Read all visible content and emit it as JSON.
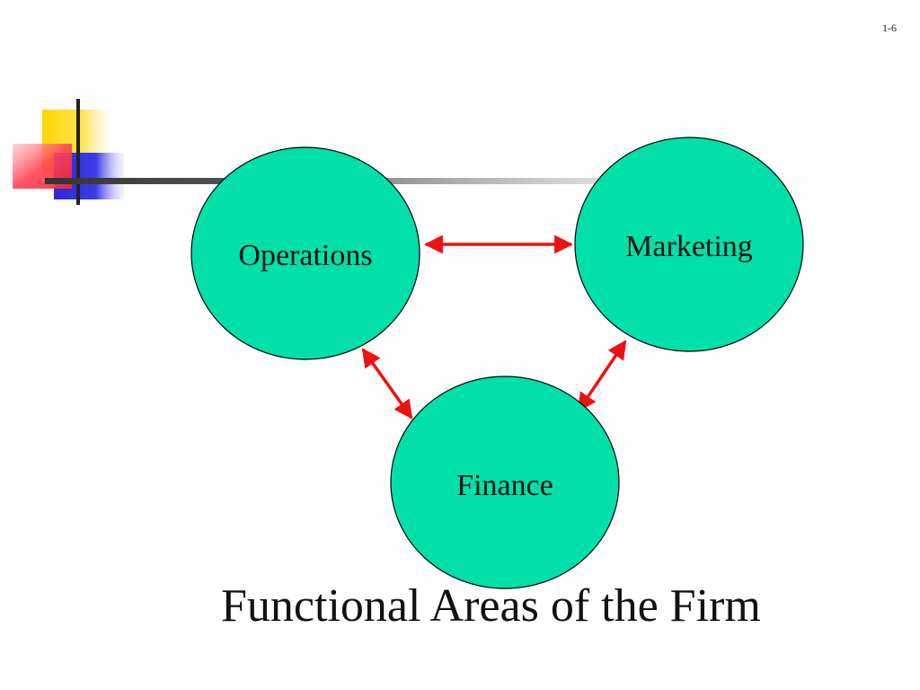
{
  "slide": {
    "number": "1-6",
    "title": "Functional Areas of the Firm"
  },
  "diagram": {
    "nodes": [
      {
        "id": "operations",
        "label": "Operations"
      },
      {
        "id": "marketing",
        "label": "Marketing"
      },
      {
        "id": "finance",
        "label": "Finance"
      }
    ],
    "edges": [
      {
        "from": "operations",
        "to": "marketing",
        "direction": "both"
      },
      {
        "from": "operations",
        "to": "finance",
        "direction": "both"
      },
      {
        "from": "marketing",
        "to": "finance",
        "direction": "both"
      }
    ]
  },
  "colors": {
    "node_fill": "#00E0A8",
    "node_stroke": "#000000",
    "arrow": "#EE1111",
    "deco_yellow": "#FFD700",
    "deco_red": "#FF3344",
    "deco_blue": "#2A2ADD",
    "deco_line": "#333333"
  }
}
